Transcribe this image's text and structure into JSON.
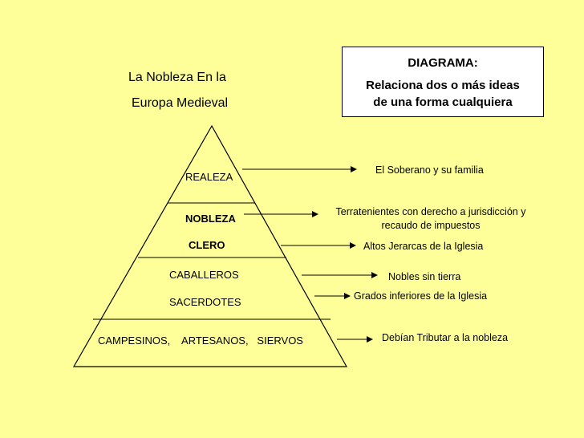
{
  "title": {
    "line1": "La Nobleza En la",
    "line2": "Europa Medieval"
  },
  "diagram_box": {
    "heading": "DIAGRAMA:",
    "subtitle_line1": "Relaciona dos o más ideas",
    "subtitle_line2": "de una forma cualquiera"
  },
  "pyramid": {
    "levels": {
      "realeza": "REALEZA",
      "nobleza": "NOBLEZA",
      "clero": "CLERO",
      "caballeros": "CABALLEROS",
      "sacerdotes": "SACERDOTES",
      "base": "CAMPESINOS,    ARTESANOS,   SIERVOS"
    }
  },
  "descriptions": {
    "realeza": "El Soberano y su familia",
    "nobleza_line1": "Terratenientes con derecho a jurisdicción y",
    "nobleza_line2": "recaudo de impuestos",
    "clero": "Altos Jerarcas de la Iglesia",
    "caballeros": "Nobles sin tierra",
    "sacerdotes": "Grados inferiores de la Iglesia",
    "base": "Debían Tributar a la nobleza"
  },
  "colors": {
    "background": "#FFFF99",
    "box": "#FFFFFF",
    "ink": "#000000"
  }
}
